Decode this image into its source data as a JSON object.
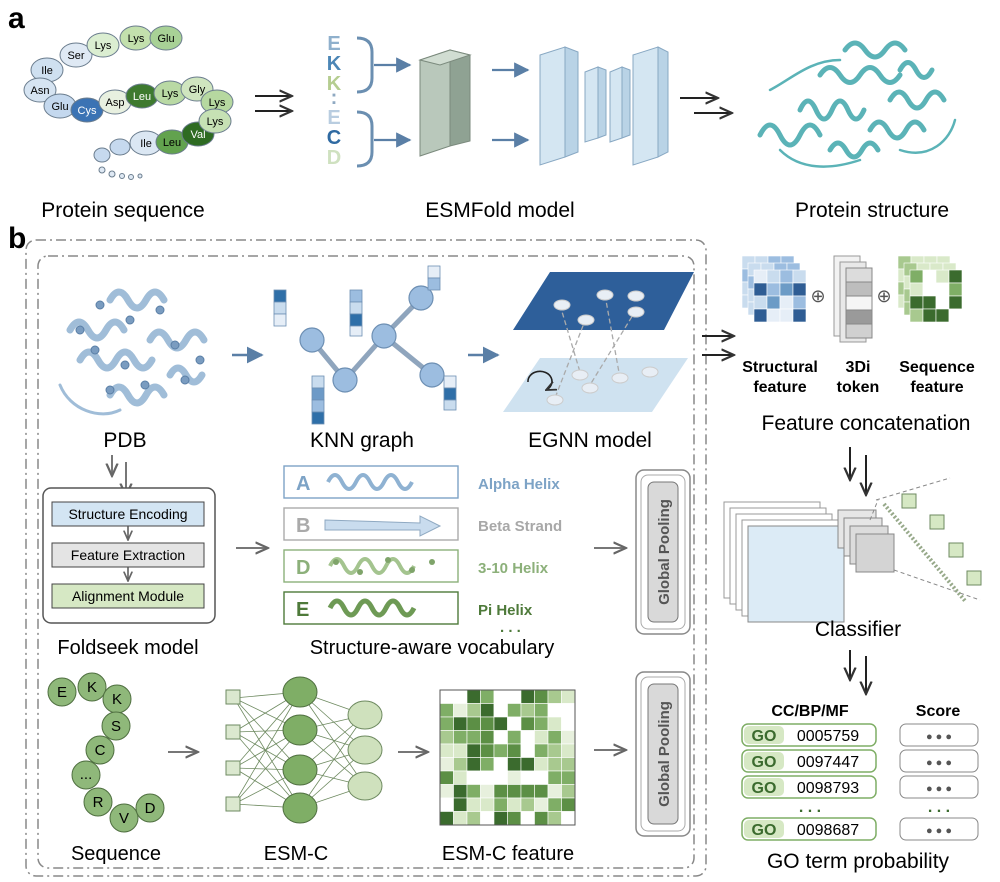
{
  "panel_a": {
    "label": "a",
    "residues_row1": [
      "Ile",
      "Ser",
      "Lys",
      "Lys",
      "Glu"
    ],
    "residues_row2": [
      "Asn",
      "Glu",
      "Cys",
      "Asp",
      "Leu",
      "Lys",
      "Gly",
      "Lys"
    ],
    "residues_row3": [
      "Ile",
      "Leu",
      "Val",
      "Lys"
    ],
    "token_letters": [
      "E",
      "K",
      "K",
      ":",
      "E",
      "C",
      "D"
    ],
    "caption_sequence": "Protein sequence",
    "caption_model": "ESMFold model",
    "caption_structure": "Protein structure"
  },
  "panel_b": {
    "label": "b",
    "caption_pdb": "PDB",
    "caption_knn": "KNN graph",
    "caption_egnn": "EGNN model",
    "foldseek_steps": [
      "Structure Encoding",
      "Feature Extraction",
      "Alignment Module"
    ],
    "caption_foldseek": "Foldseek model",
    "vocab": [
      {
        "letter": "A",
        "name": "Alpha Helix",
        "color": "#7da3c6"
      },
      {
        "letter": "B",
        "name": "Beta Strand",
        "color": "#a8a8a8"
      },
      {
        "letter": "D",
        "name": "3-10 Helix",
        "color": "#8cb07a"
      },
      {
        "letter": "E",
        "name": "Pi Helix",
        "color": "#4e7a3a"
      }
    ],
    "vocab_ellipsis": ". . .",
    "caption_vocab": "Structure-aware vocabulary",
    "global_pooling": "Global Pooling",
    "sequence_letters": [
      "E",
      "K",
      "K",
      "S",
      "C",
      "...",
      "R",
      "V",
      "D"
    ],
    "caption_sequence": "Sequence",
    "caption_esmc": "ESM-C",
    "caption_esmc_feature": "ESM-C feature",
    "plus_symbol": "⊕",
    "feature_structural_1": "Structural",
    "feature_structural_2": "feature",
    "feature_3di_1": "3Di",
    "feature_3di_2": "token",
    "feature_sequence_1": "Sequence",
    "feature_sequence_2": "feature",
    "caption_concat": "Feature concatenation",
    "caption_classifier": "Classifier",
    "go_header_terms": "CC/BP/MF",
    "go_header_score": "Score",
    "go_prefix": "GO",
    "go_terms": [
      "0005759",
      "0097447",
      "0098793",
      "0098687"
    ],
    "go_ellipsis": ". . .",
    "score_dots": "● ● ●",
    "caption_go": "GO term probability"
  },
  "colors": {
    "blue_dark": "#2f5d94",
    "blue_mid": "#6c9bc6",
    "blue_light": "#c9dcee",
    "green_dark": "#3b6b2e",
    "green_mid": "#7fae66",
    "green_light": "#d9e9c9",
    "gray": "#9a9a9a",
    "teal": "#5bb3b7"
  }
}
